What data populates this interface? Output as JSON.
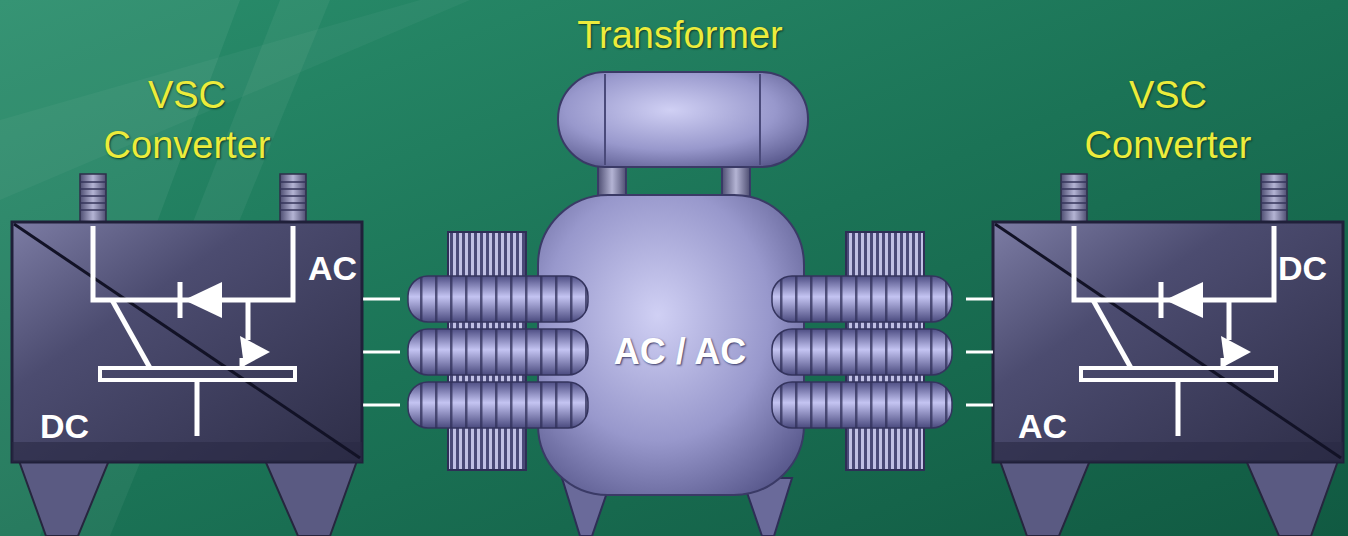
{
  "diagram": {
    "nodes": [
      {
        "text": [
          "VSC Converter",
          "AC",
          "DC"
        ]
      },
      {
        "text": [
          "Transformer",
          "AC / AC"
        ]
      },
      {
        "text": [
          "VSC Converter",
          "DC",
          "AC"
        ]
      }
    ],
    "edges": [
      {
        "from": 0,
        "to": 1,
        "arrow": "none"
      },
      {
        "from": 0,
        "to": 1,
        "arrow": "none"
      },
      {
        "from": 0,
        "to": 1,
        "arrow": "none"
      },
      {
        "from": 1,
        "to": 2,
        "arrow": "none"
      },
      {
        "from": 1,
        "to": 2,
        "arrow": "none"
      },
      {
        "from": 1,
        "to": 2,
        "arrow": "none"
      }
    ]
  }
}
